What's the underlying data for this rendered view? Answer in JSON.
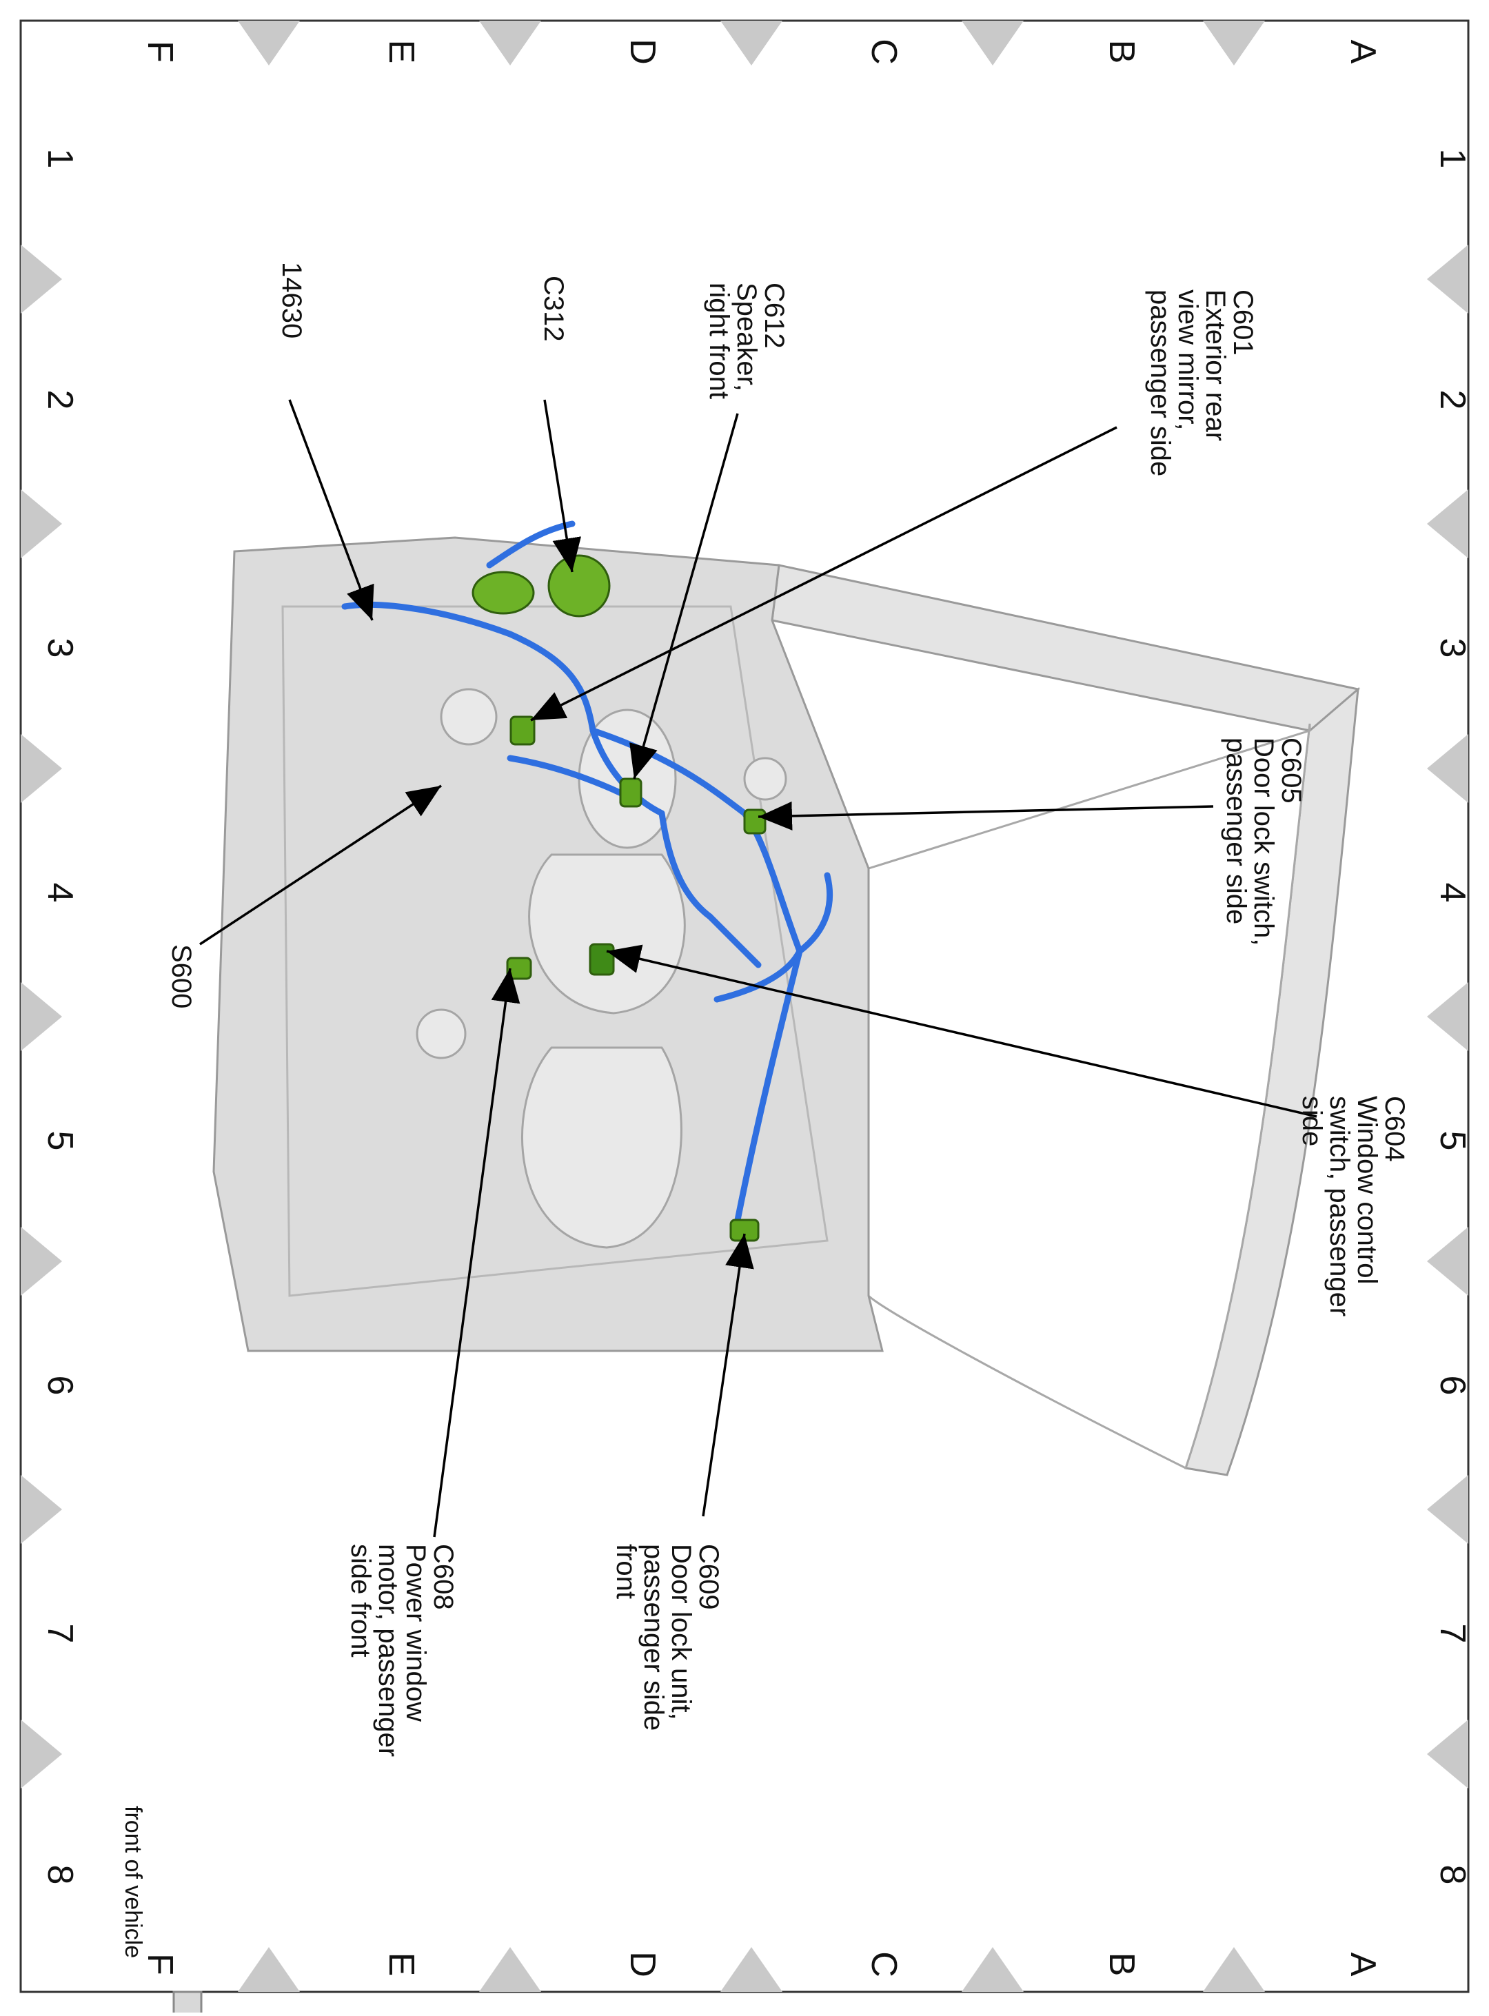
{
  "grid": {
    "letters": [
      "A",
      "B",
      "C",
      "D",
      "E",
      "F"
    ],
    "numbers": [
      "1",
      "2",
      "3",
      "4",
      "5",
      "6",
      "7",
      "8"
    ]
  },
  "callouts": {
    "c601": [
      "C601",
      "Exterior rear",
      "view mirror,",
      "passenger side"
    ],
    "c605": [
      "C605",
      "Door lock switch,",
      "passenger side"
    ],
    "c604": [
      "C604",
      "Window control",
      "switch, passenger",
      "side"
    ],
    "c612": [
      "C612",
      "Speaker,",
      "right front"
    ],
    "c312": [
      "C312"
    ],
    "h14630": [
      "14630"
    ],
    "s600": [
      "S600"
    ],
    "c609": [
      "C609",
      "Door lock unit,",
      "passenger side",
      "front"
    ],
    "c608": [
      "C608",
      "Power window",
      "motor, passenger",
      "side front"
    ]
  },
  "front_of_vehicle": "front of vehicle",
  "colors": {
    "harness": "#2f6fe0",
    "connector": "#5fa61e",
    "door_panel": "#dcdcdc",
    "grid_marker": "#c9c9c9"
  }
}
